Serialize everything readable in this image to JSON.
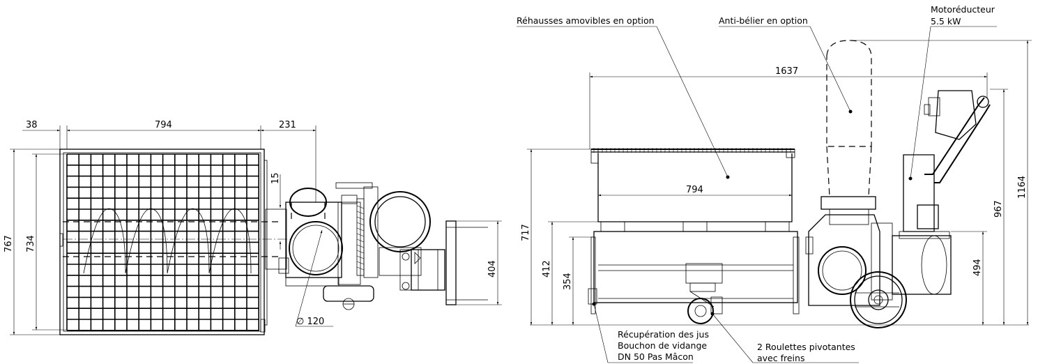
{
  "left_view": {
    "dims": {
      "d38": "38",
      "d794": "794",
      "d231": "231",
      "d15": "15",
      "d767": "767",
      "d734": "734",
      "d404": "404",
      "d120": "∅ 120"
    }
  },
  "right_view": {
    "dims": {
      "d1637": "1637",
      "d794": "794",
      "d717": "717",
      "d412": "412",
      "d354": "354",
      "d967": "967",
      "d494": "494",
      "d1164": "1164"
    },
    "labels": {
      "rehausses": "Réhausses amovibles en option",
      "antibelier": "Anti-bélier en option",
      "motor_line1": "Motoréducteur",
      "motor_line2": "5.5 kW",
      "recup_line1": "Récupération des jus",
      "recup_line2": "Bouchon de vidange",
      "recup_line3": "DN 50 Pas Mâcon",
      "roul_line1": "2 Roulettes pivotantes",
      "roul_line2": "avec freins"
    }
  }
}
